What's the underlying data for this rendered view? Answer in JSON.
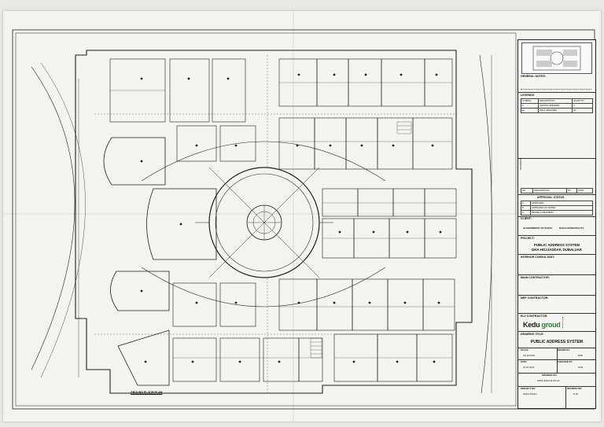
{
  "drawing": {
    "ground_label": "GROUND FLOOR PLAN"
  },
  "title_block": {
    "general_notes": "GENERAL NOTES:",
    "legends": "LEGENDS",
    "legend_headers": [
      "SYMBOL",
      "DESCRIPTION",
      "QUANTITY"
    ],
    "legend_rows": [
      {
        "desc": "CEILING SPEAKER",
        "qty": "4"
      },
      {
        "desc": "WALL SPEAKER",
        "qty": "16"
      }
    ],
    "revisions_label": "REVISIONS",
    "revision_headers": [
      "NO.",
      "DESCRIPTION",
      "BY",
      "DATE"
    ],
    "approval_title": "APPROVAL STATUS",
    "approval_rows": [
      {
        "code": "A",
        "text": "APPROVED"
      },
      {
        "code": "B",
        "text": "APPROVED AS NOTED"
      },
      {
        "code": "C",
        "text": "REVISE & RESUBMIT"
      }
    ],
    "client": "CLIENT:",
    "dubai_municipality": "DUBAI MUNICIPALITY",
    "dubai_govt": "GOVERNMENT OF DUBAI",
    "project_label": "PROJECT:",
    "project_line1": "PUBLIC ADDRESS SYSTEM",
    "project_line2": "DHA HOJJADDAF, DUBAI,UAE",
    "interior_consultant": "INTERIOR CONSULTANT:",
    "main_contractor": "MAIN CONTRACTOR:",
    "mep_contractor": "MEP CONTRACTOR:",
    "elv_contractor": "ELV CONTRACTOR:",
    "kedu_logo_a": "Kedu",
    "kedu_logo_b": " groud",
    "drawing_title_label": "DRAWING TITLE:",
    "drawing_title": "PUBLIC ADDRESS SYSTEM",
    "scale_label": "SCALE:",
    "scale_value": "AS SHOWN",
    "drawn_by_label": "DRAWN BY:",
    "drawn_by": "MSD",
    "date_label": "DATE:",
    "date_value": "10-01-2022",
    "checked_by_label": "CHECKED BY:",
    "checked_by": "HAIZ",
    "drawing_no_label": "DRAWING NO:",
    "drawing_no": "KEDU-DHA-HS-PA-GF",
    "project_no_label": "PROJECT NO:",
    "project_no": "KEDU-P22111",
    "revision_no_label": "REVISION NO:",
    "revision_no": "R-00"
  },
  "colors": {
    "paper": "#f4f3ef",
    "ink": "#1a1a1a",
    "kedu_green": "#2e7d3a"
  }
}
